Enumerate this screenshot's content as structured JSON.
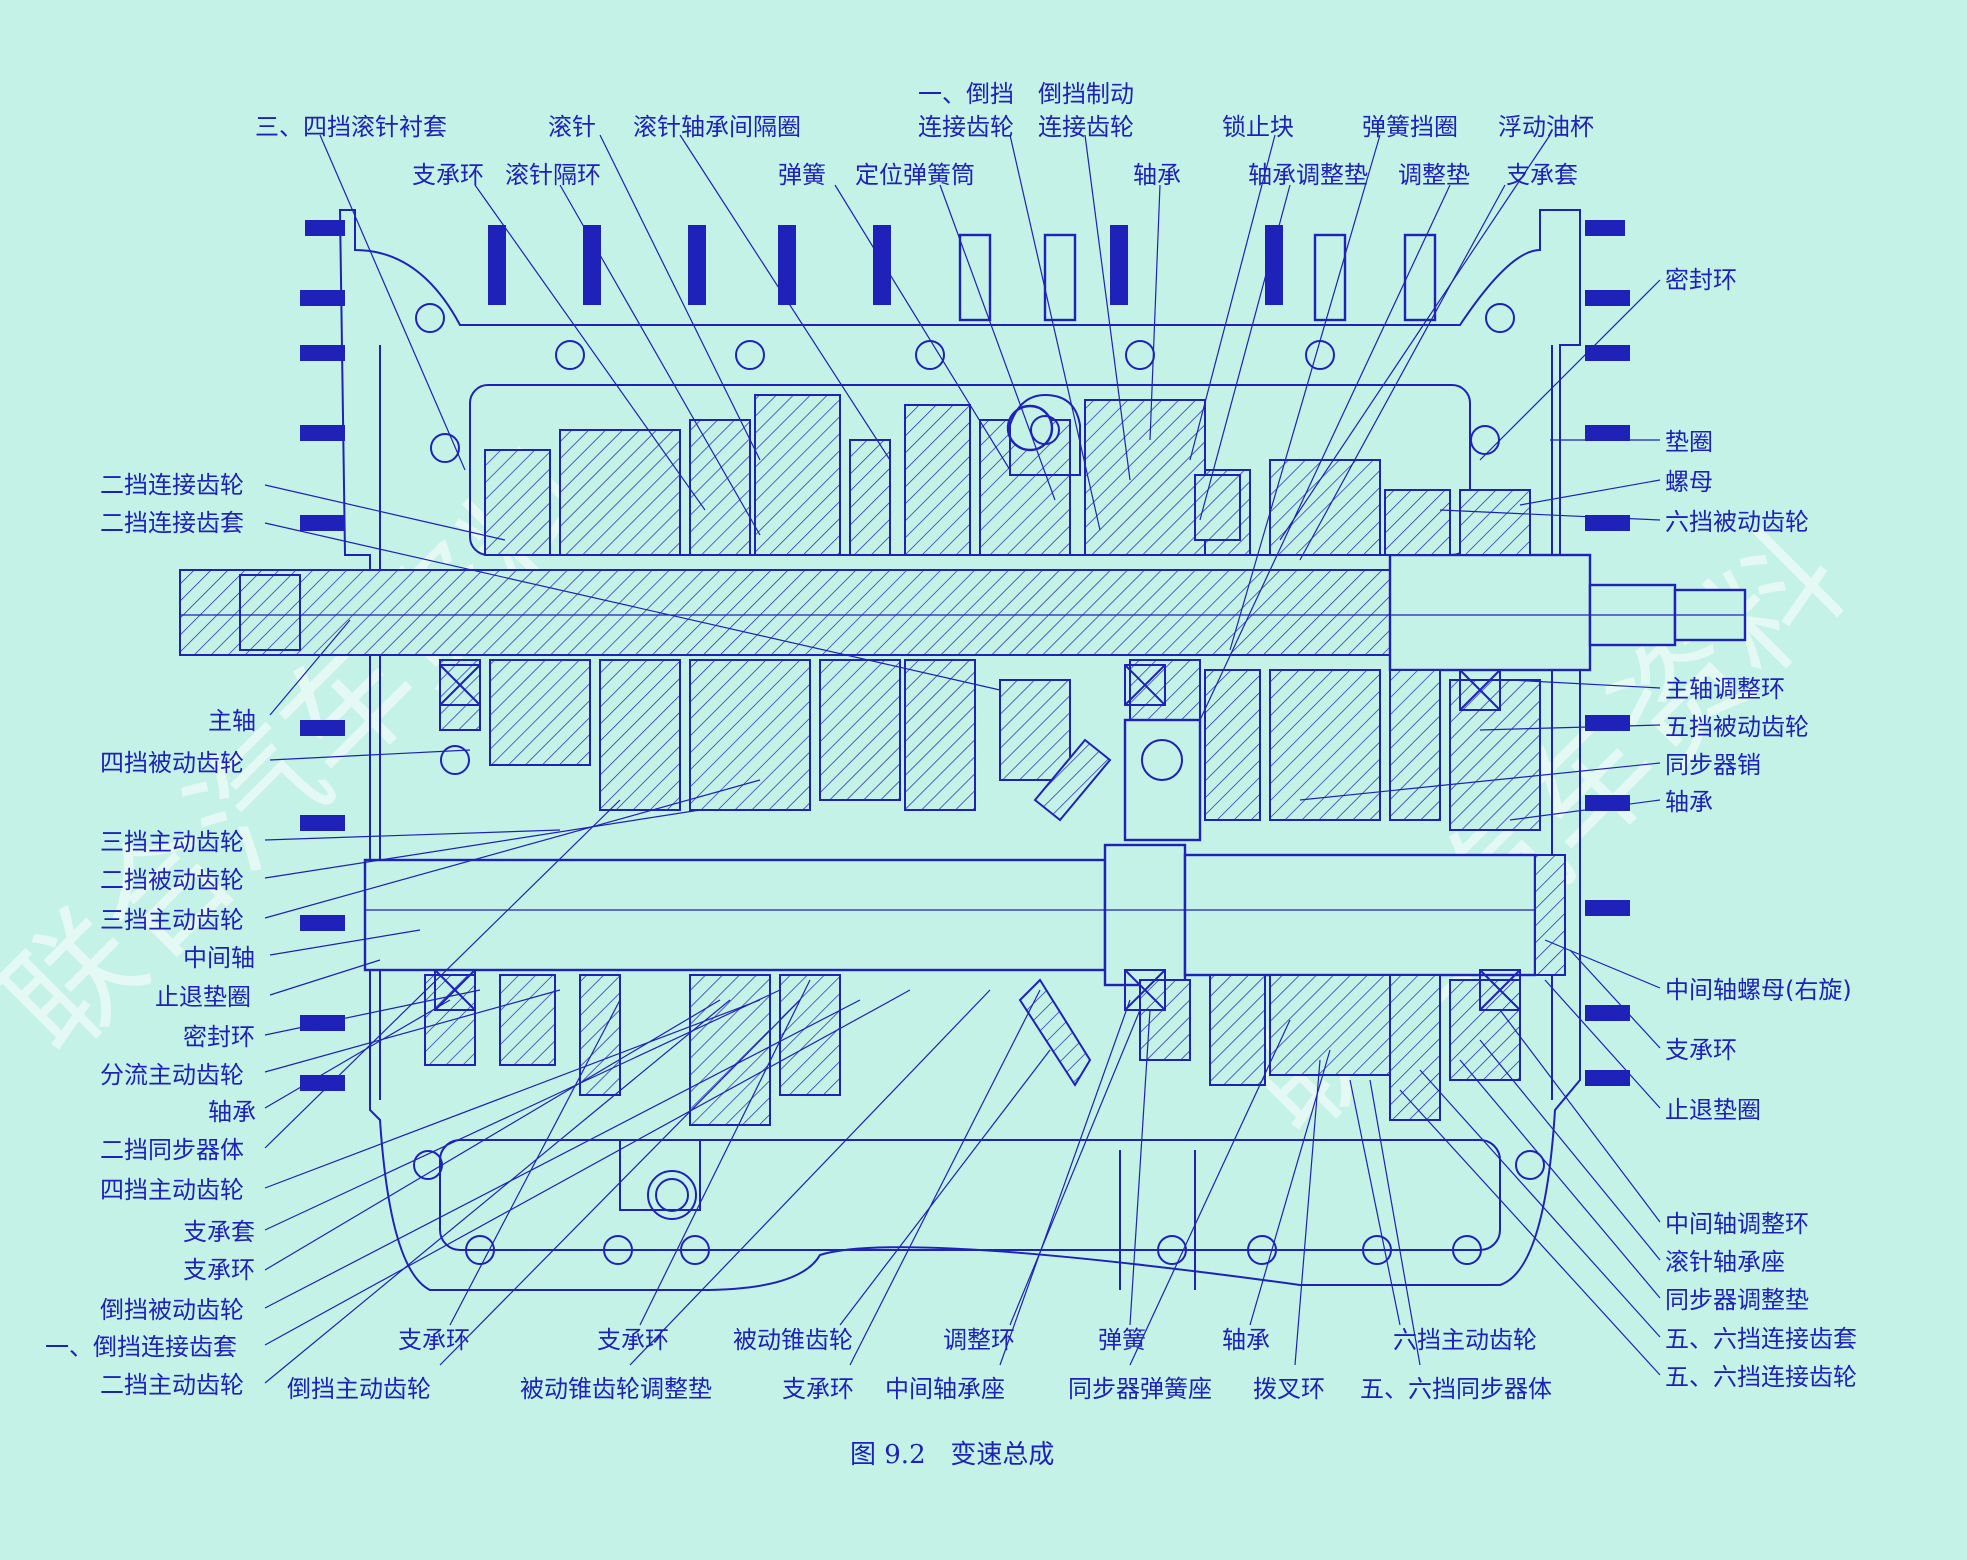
{
  "caption": "图 9.2   变速总成",
  "watermark": "联合汽车资料",
  "labels": {
    "top_row1": [
      "三、四挡滚针衬套",
      "滚针",
      "滚针轴承间隔圈",
      "一、倒挡",
      "倒挡制动",
      "锁止块",
      "弹簧挡圈",
      "浮动油杯"
    ],
    "top_row2": [
      "支承环",
      "滚针隔环",
      "弹簧",
      "定位弹簧筒",
      "连接齿轮",
      "连接齿轮",
      "轴承",
      "轴承调整垫",
      "调整垫",
      "支承套"
    ],
    "left": [
      "二挡连接齿轮",
      "二挡连接齿套",
      "主轴",
      "四挡被动齿轮",
      "三挡主动齿轮",
      "二挡被动齿轮",
      "三挡主动齿轮",
      "中间轴",
      "止退垫圈",
      "密封环",
      "分流主动齿轮",
      "轴承",
      "二挡同步器体",
      "四挡主动齿轮",
      "支承套",
      "支承环",
      "倒挡被动齿轮",
      "一、倒挡连接齿套",
      "二挡主动齿轮"
    ],
    "right": [
      "密封环",
      "垫圈",
      "螺母",
      "六挡被动齿轮",
      "主轴调整环",
      "五挡被动齿轮",
      "同步器销",
      "轴承",
      "中间轴螺母(右旋)",
      "支承环",
      "止退垫圈",
      "中间轴调整环",
      "滚针轴承座",
      "同步器调整垫",
      "五、六挡连接齿套",
      "五、六挡连接齿轮"
    ],
    "bottom_row1": [
      "支承环",
      "支承环",
      "被动锥齿轮",
      "调整环",
      "弹簧",
      "轴承",
      "六挡主动齿轮"
    ],
    "bottom_row2": [
      "倒挡主动齿轮",
      "被动锥齿轮调整垫",
      "支承环",
      "中间轴承座",
      "同步器弹簧座",
      "拨叉环",
      "五、六挡同步器体"
    ]
  }
}
